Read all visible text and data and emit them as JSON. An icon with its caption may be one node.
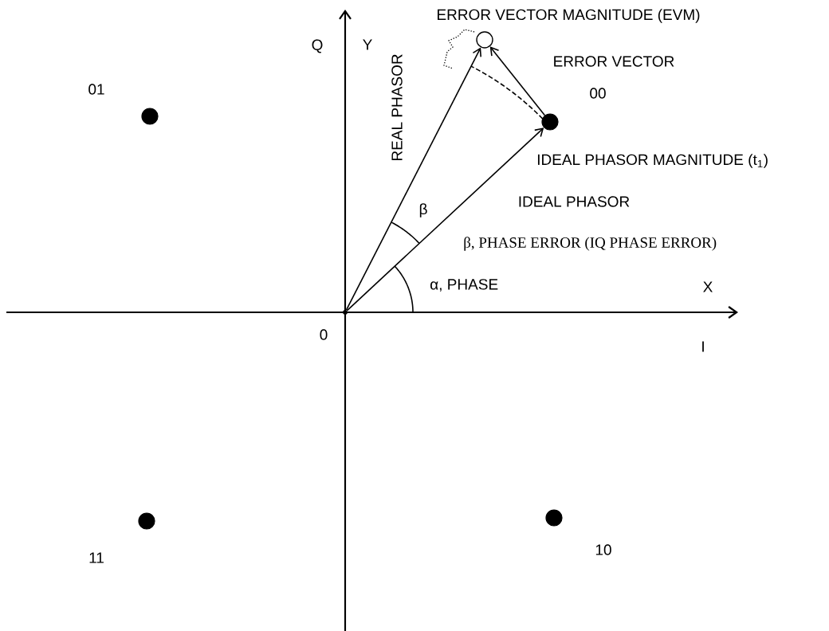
{
  "diagram": {
    "nodes": [
      {
        "text": [],
        "shape": "point",
        "beside": [
          "0"
        ]
      },
      {
        "text": [],
        "shape": "dot",
        "beside": [
          "00",
          "IDEAL PHASOR MAGNITUDE (t$_{1}$)"
        ]
      },
      {
        "text": [],
        "shape": "circle",
        "beside": [
          "ERROR VECTOR MAGNITUDE (EVM)"
        ]
      },
      {
        "text": [],
        "shape": "dot",
        "beside": [
          "01"
        ]
      },
      {
        "text": [],
        "shape": "dot",
        "beside": [
          "11"
        ]
      },
      {
        "text": [],
        "shape": "dot",
        "beside": [
          "10"
        ]
      }
    ],
    "edges": [
      {
        "from": 0,
        "to": 1,
        "arrow": "to",
        "label": "IDEAL PHASOR"
      },
      {
        "from": 0,
        "to": 2,
        "arrow": "to",
        "label": "REAL PHASOR"
      },
      {
        "from": 1,
        "to": 2,
        "arrow": "to",
        "label": "ERROR VECTOR"
      }
    ],
    "labels": [
      "Q",
      "Y",
      "X",
      "I",
      "β",
      "β, PHASE ERROR (IQ PHASE ERROR)",
      "α, PHASE"
    ]
  }
}
